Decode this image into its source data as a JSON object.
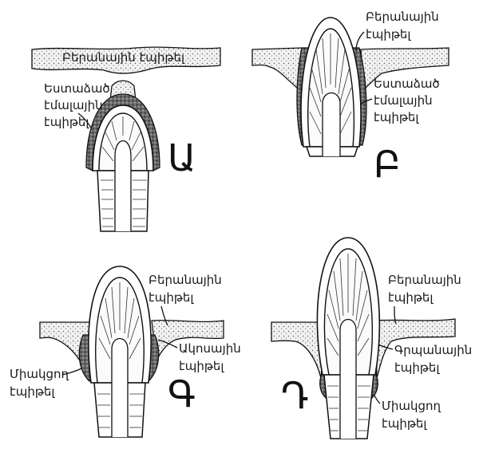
{
  "panels": {
    "A": {
      "letter": "Ա",
      "oral_epithelium": "Բերանային էպիթել",
      "reduced_enamel_epithelium": [
        "Եստաձած",
        "էմալային",
        "էպիթել"
      ]
    },
    "B": {
      "letter": "Բ",
      "oral_epithelium": [
        "Բերանային",
        "էպիթել"
      ],
      "reduced_enamel_epithelium": [
        "Եստաձած",
        "էմալային",
        "էպիթել"
      ]
    },
    "C": {
      "letter": "Գ",
      "oral_epithelium": [
        "Բերանային",
        "էպիթել"
      ],
      "crevicular_epithelium": [
        "Ակոսային",
        "էպիթել"
      ],
      "junctional_epithelium": [
        "Միակցող",
        "էպիթել"
      ]
    },
    "D": {
      "letter": "Դ",
      "oral_epithelium": [
        "Բերանային",
        "էպիթել"
      ],
      "gingival_epithelium": [
        "Գրպանային",
        "էպիթել"
      ],
      "junctional_epithelium": [
        "Միակցող",
        "էպիթել"
      ]
    }
  },
  "colors": {
    "ink": "#111111",
    "background": "#ffffff"
  }
}
